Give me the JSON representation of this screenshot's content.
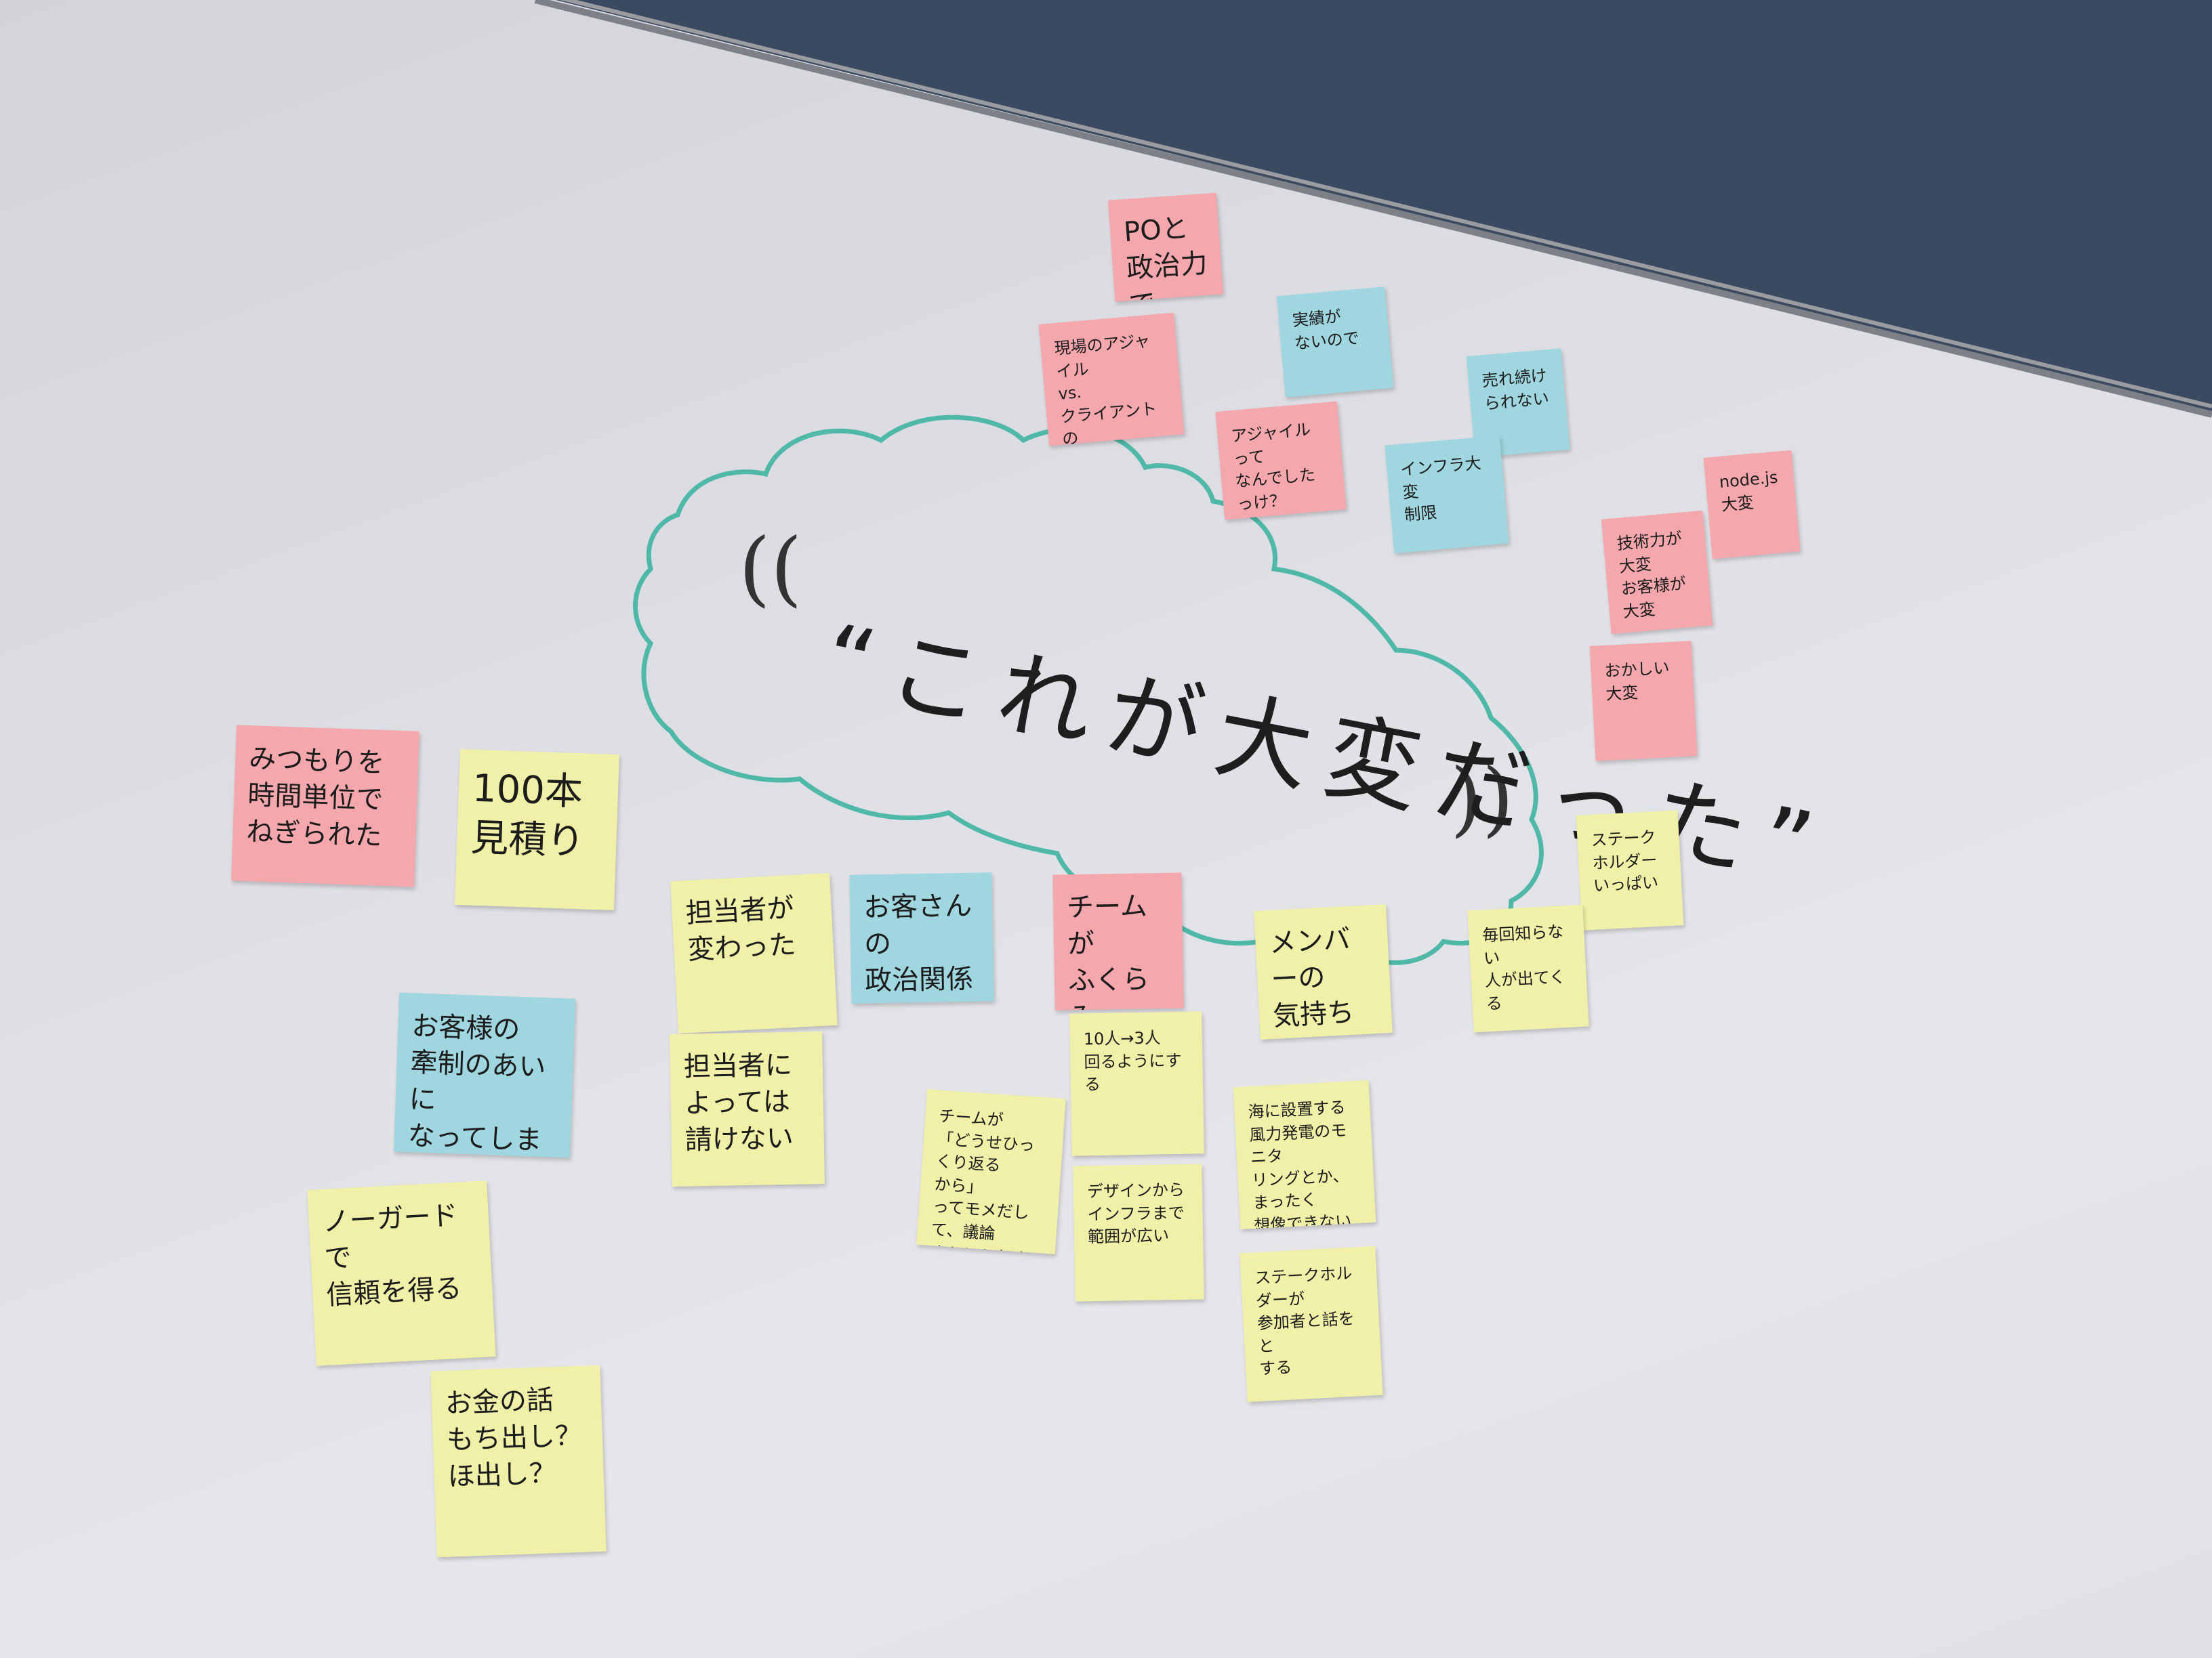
{
  "title": "“これが大変だった”",
  "quote_open": "((",
  "quote_close": "))",
  "colors": {
    "pink": "#f4a8ad",
    "yellow": "#f0f0a8",
    "blue": "#9fd6df",
    "cloud": "#4fb8a8",
    "blackboard": "#3a4a60"
  },
  "notes": {
    "po": "POと\n政治力で\n調整",
    "genba": "現場のアジャイル\nvs.\nクライアントの\nアジャイル",
    "jisseki": "実績が\nないので",
    "agile_nani": "アジャイルって\nなんでしたっけ？",
    "kiretsu": "売れ続け\nられない",
    "infra": "インフラ大変\n制限",
    "nodejs": "node.js\n大変",
    "gijutsu": "技術力が大変\nお客様が\n大変",
    "okashii": "おかしい大変",
    "mitsumori": "みつもりを\n時間単位で\nねぎられた",
    "hyakuhon": "100本\n見積り",
    "tantou": "担当者が\n変わった",
    "okyaku": "お客さんの\n政治関係",
    "team_fukurami": "チームが\nふくらみ\n調整に時間\nがとられた",
    "member": "メンバーの\n気持ち",
    "maikai": "毎回知らない\n人が出てくる",
    "stake_ippai": "ステーク\nホルダー\nいっぱい",
    "sakuri": "お客様の\n牽制のあいに\nなってしまう",
    "tantou_yotte": "担当者に\nよっては\n請けない",
    "team_dousei": "チームが\n「どうせひっくり返る\nから」\nってモメだして、議論\nすらとらなくなった。",
    "juunin": "10人→3人\n回るようにする",
    "umi": "海に設置する\n風力発電のモニタ\nリングとか、まったく\n想像できない時",
    "design": "デザインから\nインフラまで\n範囲が広い",
    "noguard": "ノーガードで\n信頼を得る",
    "stake_sanka": "ステークホルダーが\n参加者と話をと\nする",
    "okane": "お金の話\nもち出し？\nほ出し？"
  }
}
